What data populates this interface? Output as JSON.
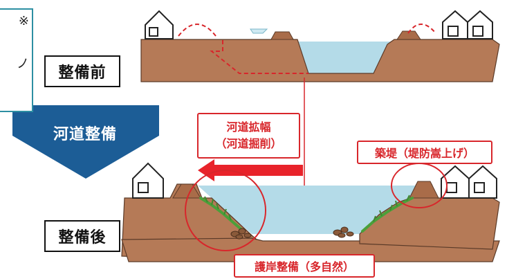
{
  "note_box": {
    "line1": "※",
    "line2": "ノ"
  },
  "labels": {
    "before": "整備前",
    "after": "整備後"
  },
  "arrow": {
    "text": "河道整備"
  },
  "callouts": {
    "widening_line1": "河道拡幅",
    "widening_line2": "（河道掘削）",
    "levee": "築堤（堤防嵩上げ）",
    "revetment": "護岸整備（多自然）"
  },
  "colors": {
    "earth": "#b57a57",
    "water": "#b4dbe8",
    "arrow_blue": "#1c5d96",
    "red": "#d8262b",
    "grass": "#4aa03a",
    "box_border": "#2d8fa3"
  },
  "icons": [
    "house-icon",
    "shrub-icon",
    "levee-icon",
    "rock-icon",
    "boat-icon"
  ]
}
